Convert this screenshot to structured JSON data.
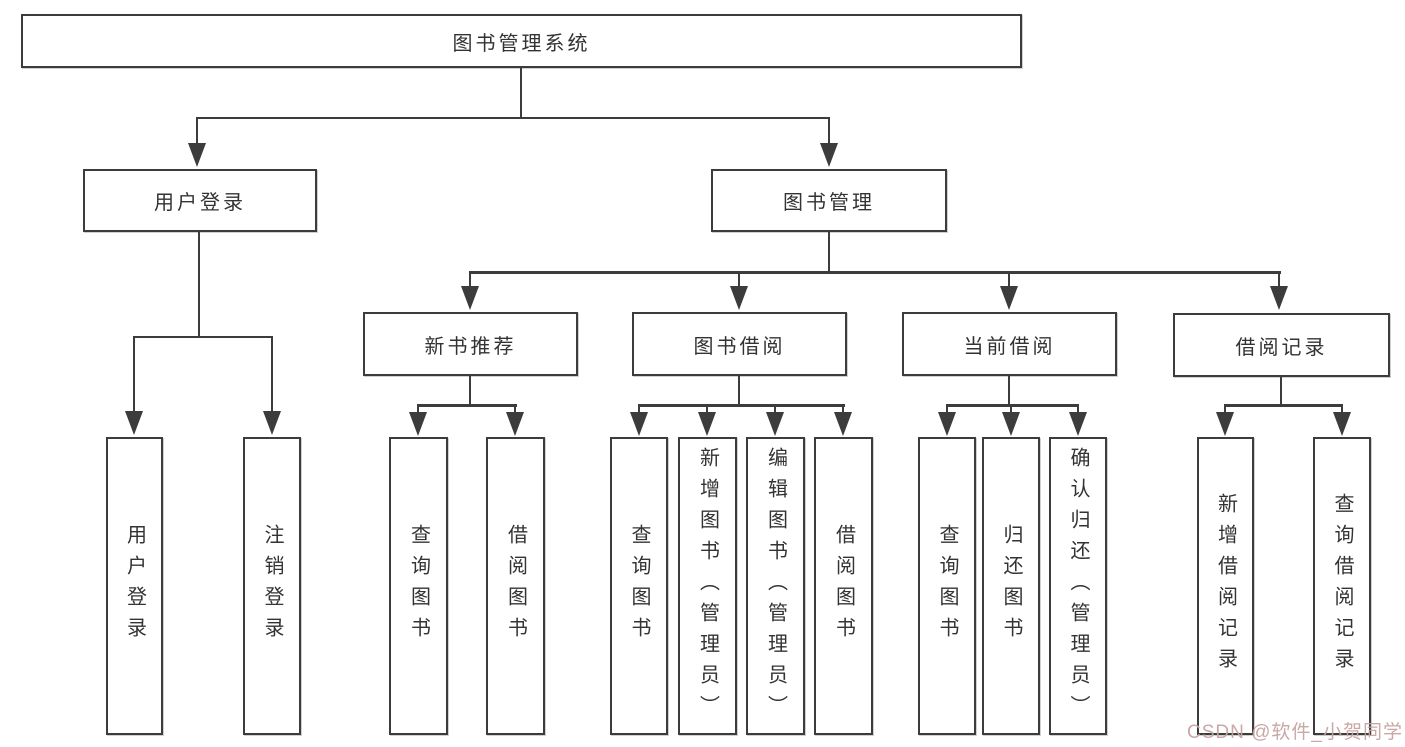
{
  "diagram": {
    "root": {
      "label": "图书管理系统"
    },
    "level2": [
      {
        "label": "用户登录"
      },
      {
        "label": "图书管理"
      }
    ],
    "level3": [
      {
        "label": "新书推荐"
      },
      {
        "label": "图书借阅"
      },
      {
        "label": "当前借阅"
      },
      {
        "label": "借阅记录"
      }
    ],
    "leaves": [
      {
        "label": "用户登录"
      },
      {
        "label": "注销登录"
      },
      {
        "label": "查询图书"
      },
      {
        "label": "借阅图书"
      },
      {
        "label": "查询图书"
      },
      {
        "label": "新增图书（管理员）"
      },
      {
        "label": "编辑图书（管理员）"
      },
      {
        "label": "借阅图书"
      },
      {
        "label": "查询图书"
      },
      {
        "label": "归还图书"
      },
      {
        "label": "确认归还（管理员）"
      },
      {
        "label": "新增借阅记录"
      },
      {
        "label": "查询借阅记录"
      }
    ],
    "colors": {
      "line": "#3c3c3c",
      "box_border": "#3c3c3c",
      "box_fill": "#ffffff",
      "text": "#333333",
      "watermark": "#c6a3a0"
    }
  },
  "watermark": {
    "text": "CSDN @软件_小贺同学"
  }
}
